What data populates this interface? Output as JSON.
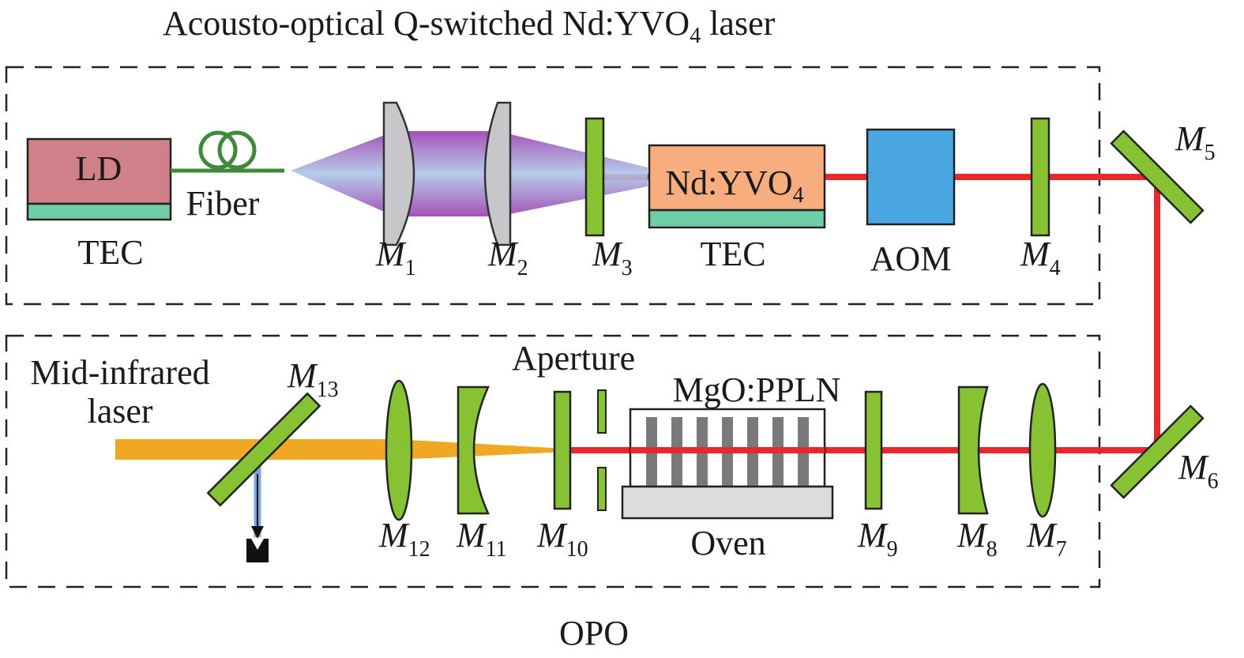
{
  "title": "Acousto-optical Q-switched Nd:YVO",
  "title_sub": "4",
  "title_tail": " laser",
  "opo_label": "OPO",
  "ld_label": "LD",
  "tec_ld_label": "TEC",
  "fiber_label": "Fiber",
  "crystal_label": "Nd:YVO",
  "crystal_sub": "4",
  "tec_crystal_label": "TEC",
  "aom_label": "AOM",
  "aperture_label": "Aperture",
  "ppln_label": "MgO:PPLN",
  "oven_label": "Oven",
  "output_label_line1": "Mid-infrared",
  "output_label_line2": "laser",
  "mirrors": {
    "m1": "1",
    "m2": "2",
    "m3": "3",
    "m4": "4",
    "m5": "5",
    "m6": "6",
    "m7": "7",
    "m8": "8",
    "m9": "9",
    "m10": "10",
    "m11": "11",
    "m12": "12",
    "m13": "13"
  },
  "mirror_prefix": "M",
  "colors": {
    "beam_red": "#e8282a",
    "beam_orange": "#f0a822",
    "beam_blue": "#7aa6dd",
    "optic_green": "#86c232",
    "lens_gray": "#c7c7c9",
    "ld_pink": "#cf8088",
    "tec_teal": "#6fcea8",
    "crystal_peach": "#f7ad7e",
    "aom_blue": "#4aa6e0",
    "fiber_green": "#3f8a3a",
    "ppln_stripe": "#7a7a7a",
    "oven_gray": "#dcdcdc",
    "pump_violet": "#a54ab5"
  }
}
